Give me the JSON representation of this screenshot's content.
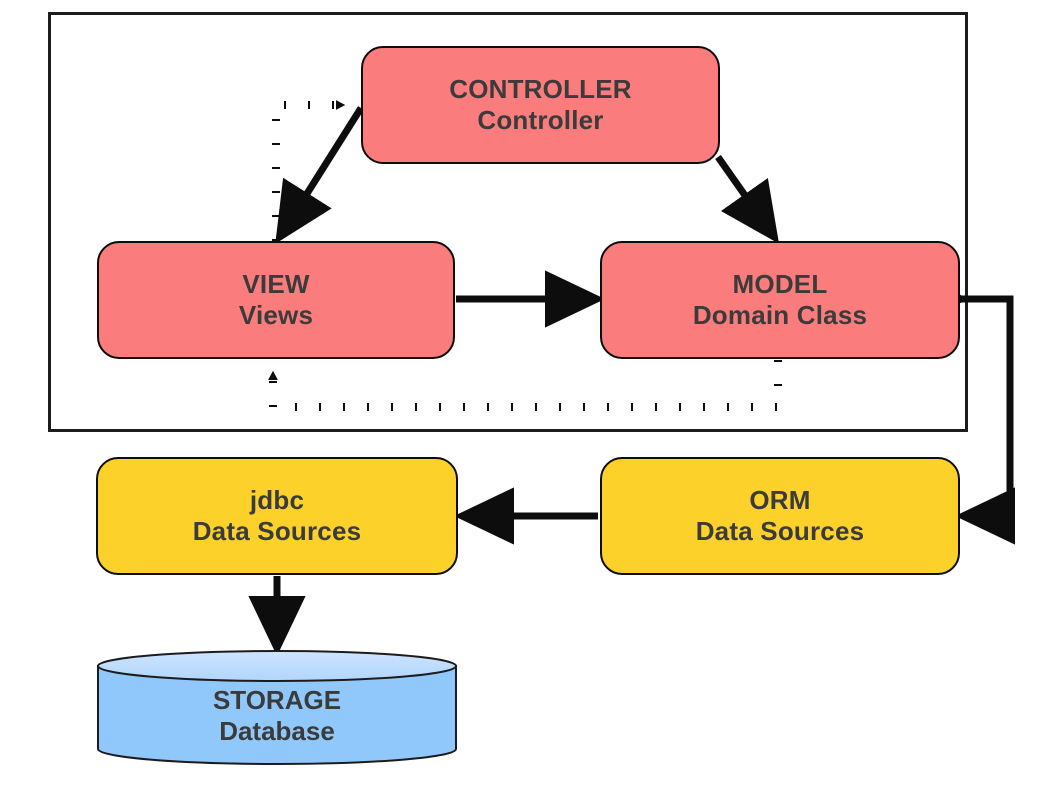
{
  "diagram": {
    "title": "MVC layered architecture with data sources and storage",
    "colors": {
      "presentation_fill": "#fb7c7c",
      "data_source_fill": "#fcd12a",
      "storage_fill": "#91c8fc",
      "storage_top_fill": "#bfdcfd",
      "stroke": "#0d0d0d",
      "text": "#3b3b3b",
      "frame_stroke": "#1c1c1c"
    },
    "container": {
      "name": "mvc-boundary",
      "label": ""
    },
    "nodes": [
      {
        "id": "controller",
        "line1": "CONTROLLER",
        "line2": "Controller",
        "shape": "rounded-rect",
        "fill": "#fb7c7c"
      },
      {
        "id": "view",
        "line1": "VIEW",
        "line2": "Views",
        "shape": "rounded-rect",
        "fill": "#fb7c7c"
      },
      {
        "id": "model",
        "line1": "MODEL",
        "line2": "Domain Class",
        "shape": "rounded-rect",
        "fill": "#fb7c7c"
      },
      {
        "id": "jdbc",
        "line1": "jdbc",
        "line2": "Data Sources",
        "shape": "rounded-rect",
        "fill": "#fcd12a"
      },
      {
        "id": "orm",
        "line1": "ORM",
        "line2": "Data Sources",
        "shape": "rounded-rect",
        "fill": "#fcd12a"
      },
      {
        "id": "storage",
        "line1": "STORAGE",
        "line2": "Database",
        "shape": "cylinder",
        "fill": "#91c8fc"
      }
    ],
    "edges": [
      {
        "id": "view-to-controller",
        "from": "view",
        "to": "controller",
        "style": "dotted",
        "arrow": "end"
      },
      {
        "id": "controller-to-view",
        "from": "controller",
        "to": "view",
        "style": "solid",
        "arrow": "end"
      },
      {
        "id": "controller-to-model",
        "from": "controller",
        "to": "model",
        "style": "solid",
        "arrow": "end"
      },
      {
        "id": "view-to-model",
        "from": "view",
        "to": "model",
        "style": "solid",
        "arrow": "end"
      },
      {
        "id": "model-to-view",
        "from": "model",
        "to": "view",
        "style": "dotted",
        "arrow": "end"
      },
      {
        "id": "model-to-orm",
        "from": "model",
        "to": "orm",
        "style": "solid",
        "arrow": "both"
      },
      {
        "id": "orm-to-jdbc",
        "from": "orm",
        "to": "jdbc",
        "style": "solid",
        "arrow": "end"
      },
      {
        "id": "jdbc-to-storage",
        "from": "jdbc",
        "to": "storage",
        "style": "solid",
        "arrow": "end"
      }
    ]
  }
}
